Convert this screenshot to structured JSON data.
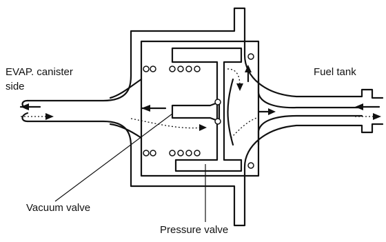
{
  "labels": {
    "canister_side_line1": "EVAP. canister",
    "canister_side_line2": "side",
    "fuel_tank": "Fuel tank",
    "vacuum_valve": "Vacuum valve",
    "pressure_valve": "Pressure valve"
  },
  "colors": {
    "line": "#111111",
    "background": "#ffffff"
  }
}
